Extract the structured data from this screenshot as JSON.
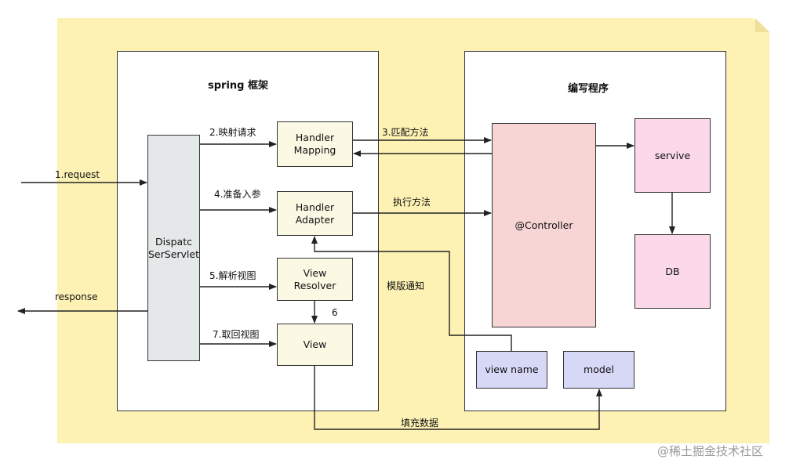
{
  "frames": {
    "spring_title": "spring 框架",
    "program_title": "编写程序"
  },
  "nodes": {
    "dispatcher": "Dispatc\nSerServlet",
    "handler_mapping": "Handler\nMapping",
    "handler_adapter": "Handler\nAdapter",
    "view_resolver": "View\nResolver",
    "view": "View",
    "controller": "@Controller",
    "service": "servive",
    "db": "DB",
    "view_name": "view name",
    "model": "model"
  },
  "edges": {
    "request": "1.request",
    "response": "response",
    "map_request": "2.映射请求",
    "match_method": "3.匹配方法",
    "prepare_params": "4.准备入参",
    "execute_method": "执行方法",
    "resolve_view": "5.解析视图",
    "step6": "6",
    "fetch_view": "7.取回视图",
    "template_notify": "模版通知",
    "fill_data": "填充数据"
  },
  "watermark": "@稀土掘金技术社区"
}
